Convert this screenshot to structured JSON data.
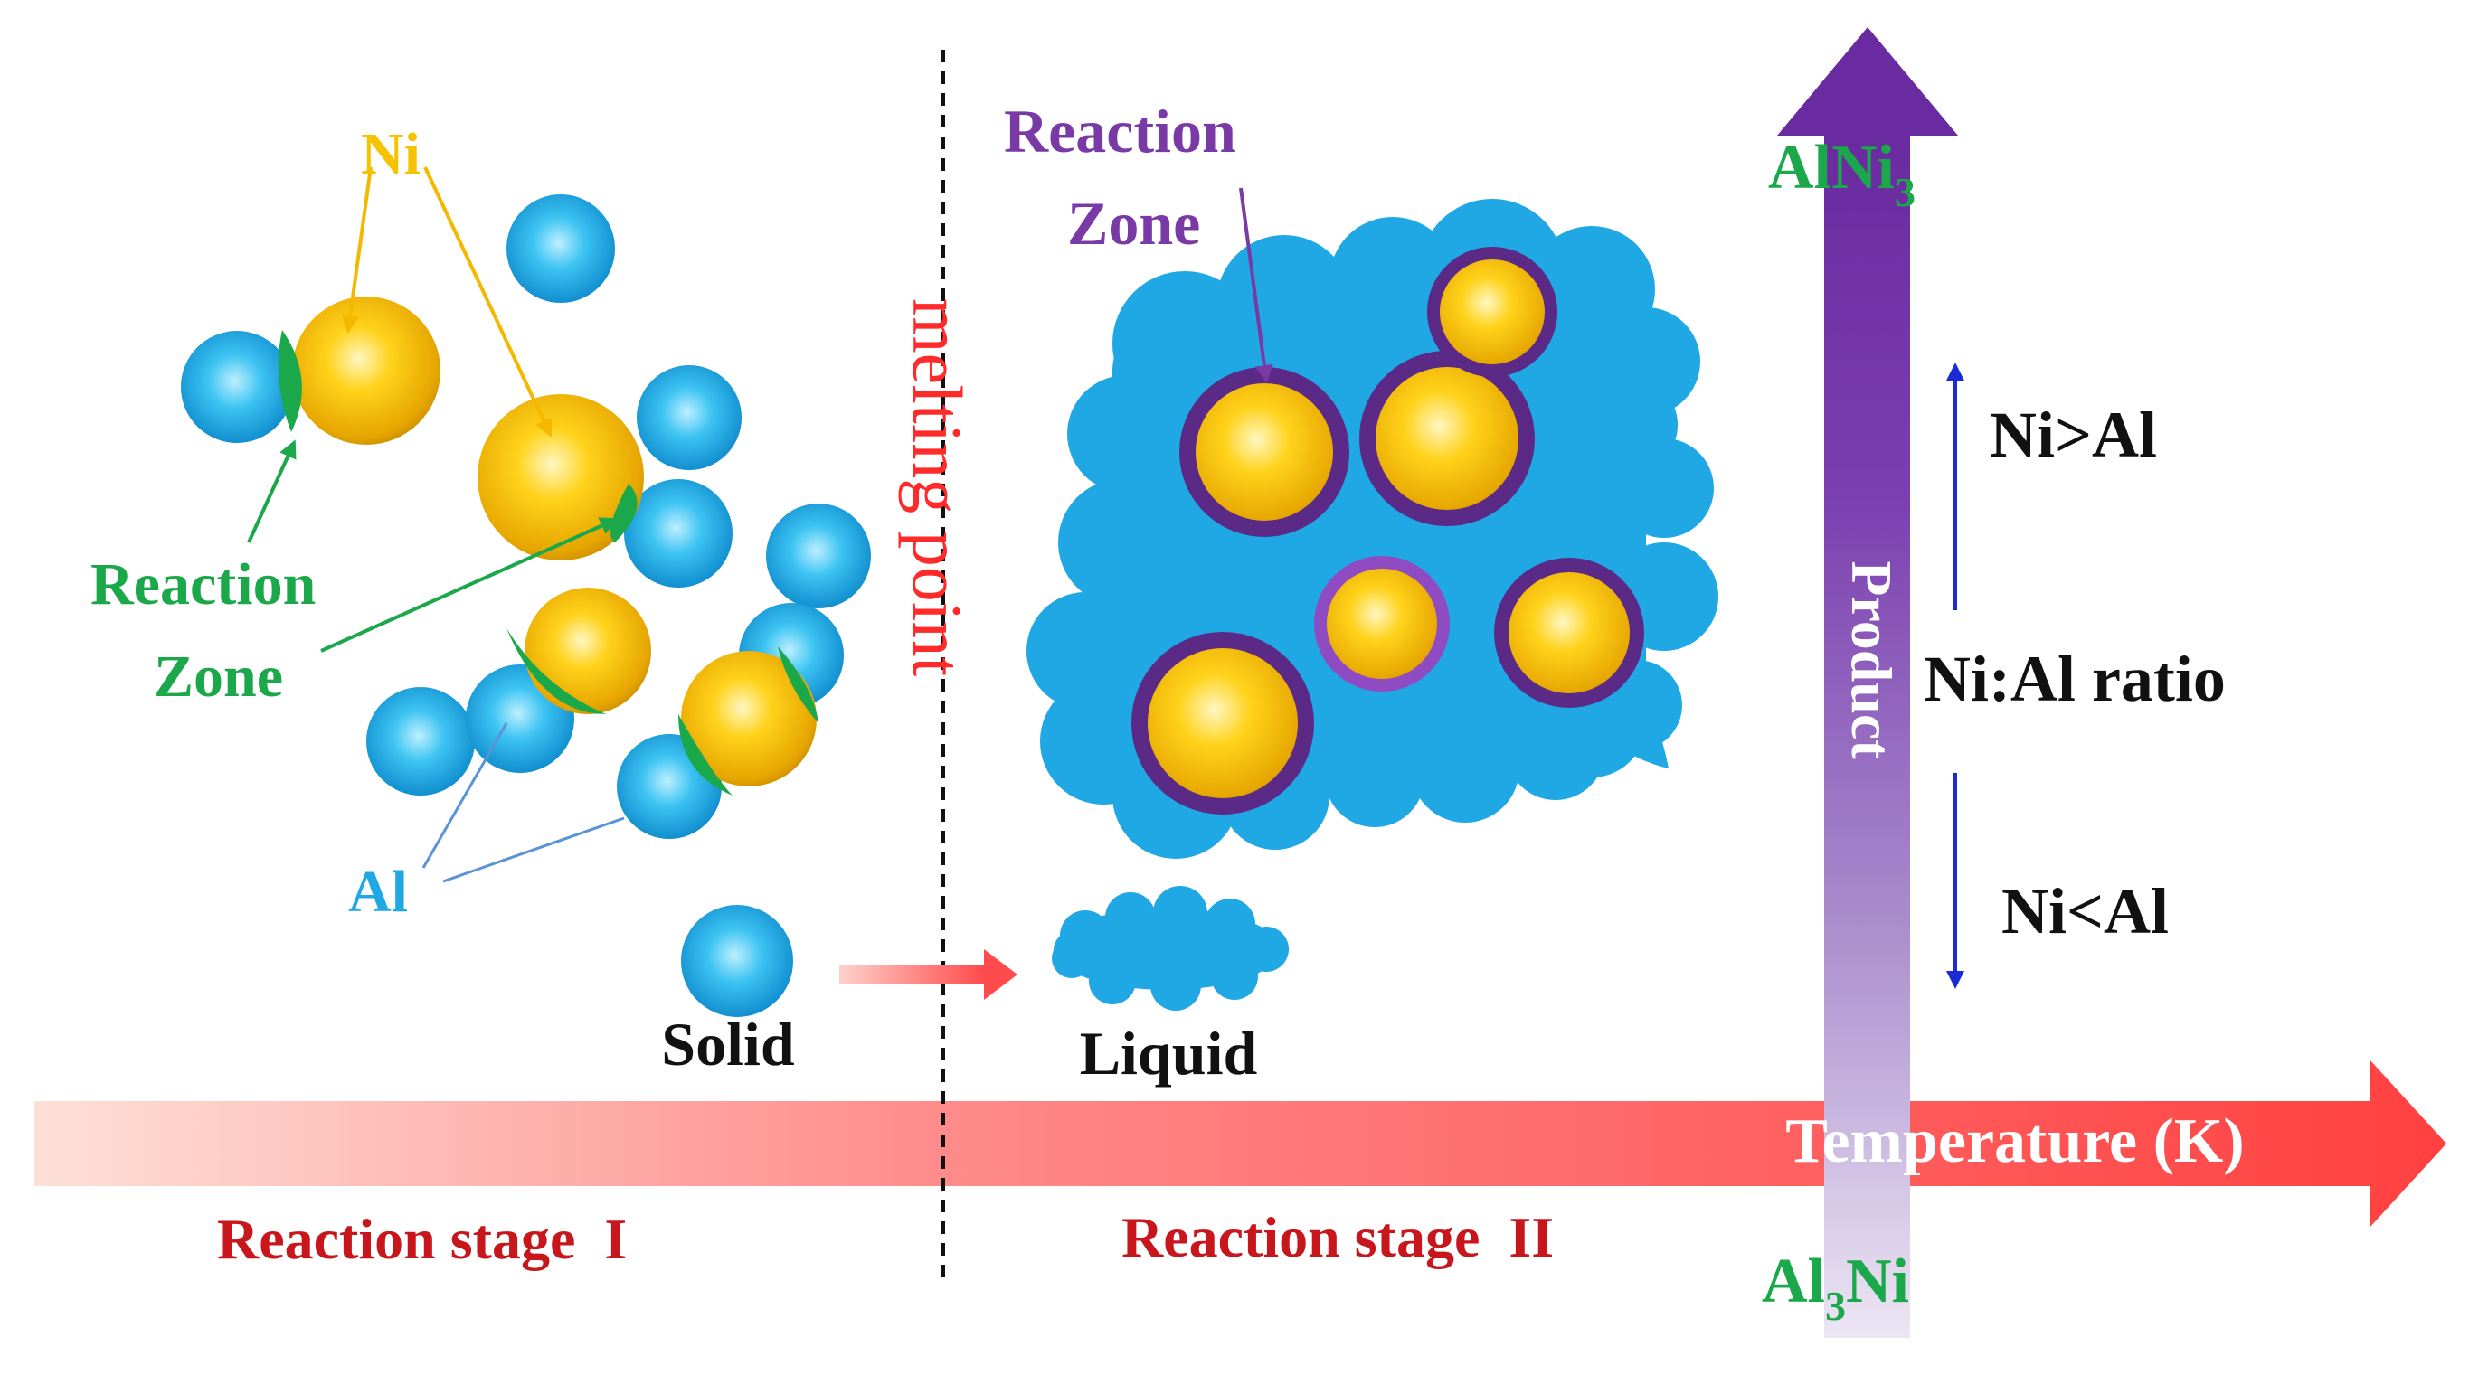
{
  "labels": {
    "ni": "Ni",
    "reaction_zone_left": [
      "Reaction",
      "Zone"
    ],
    "al": "Al",
    "solid": "Solid",
    "liquid": "Liquid",
    "melting_point": "melting point",
    "reaction_zone_right": [
      "Reaction",
      "Zone"
    ],
    "product": "Product",
    "ni_gt_al": "Ni>Al",
    "ni_al_ratio": "Ni:Al ratio",
    "ni_lt_al": "Ni<Al",
    "temperature": "Temperature (K)",
    "stage_one": "Reaction stage  I",
    "stage_two": "Reaction stage  II",
    "top_product": {
      "main": "AlNi",
      "sub": "3"
    },
    "bottom_product": {
      "pre": "Al",
      "sub": "3",
      "post": "Ni"
    }
  },
  "colors": {
    "ni_yellow": "#f5c400",
    "al_blue": "#1fb0e6",
    "reaction_green": "#1aa84a",
    "purple": "#7a3aa6",
    "temperature_red": "#ff4b4b",
    "stage_text": "#c8161d",
    "ratio_arrow": "#1a2bd6"
  }
}
